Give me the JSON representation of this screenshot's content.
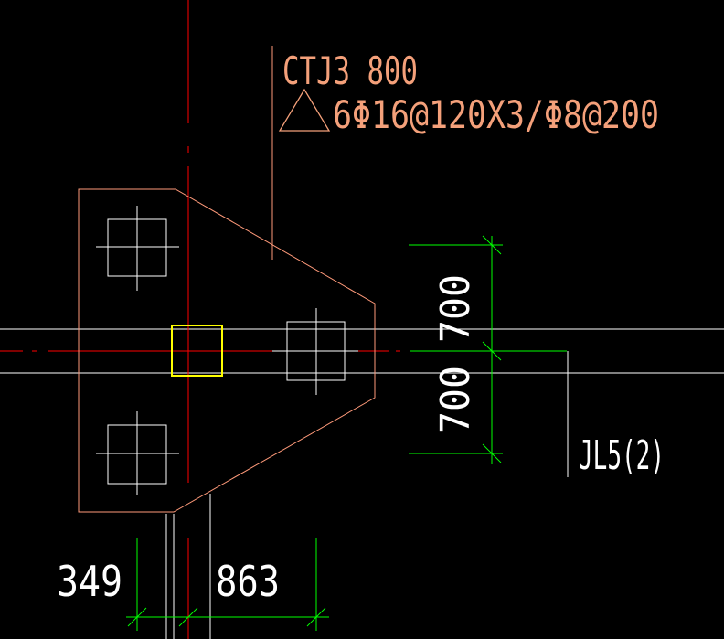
{
  "annotation": {
    "line1": "CTJ3 800",
    "line2": "6Φ16@120X3/Φ8@200"
  },
  "beam_label": "JL5(2)",
  "dimensions": {
    "bottom_left": "349",
    "bottom_right": "863",
    "right_upper": "700",
    "right_lower": "700"
  },
  "colors": {
    "background": "#000000",
    "axis_red": "#ff0000",
    "outline_salmon": "#ff9a7a",
    "text_salmon": "#f4a07a",
    "white": "#ffffff",
    "dim_green": "#00ff00",
    "column_yellow": "#ffff00"
  },
  "icons": {
    "triangle": "triangle-marker-icon"
  }
}
